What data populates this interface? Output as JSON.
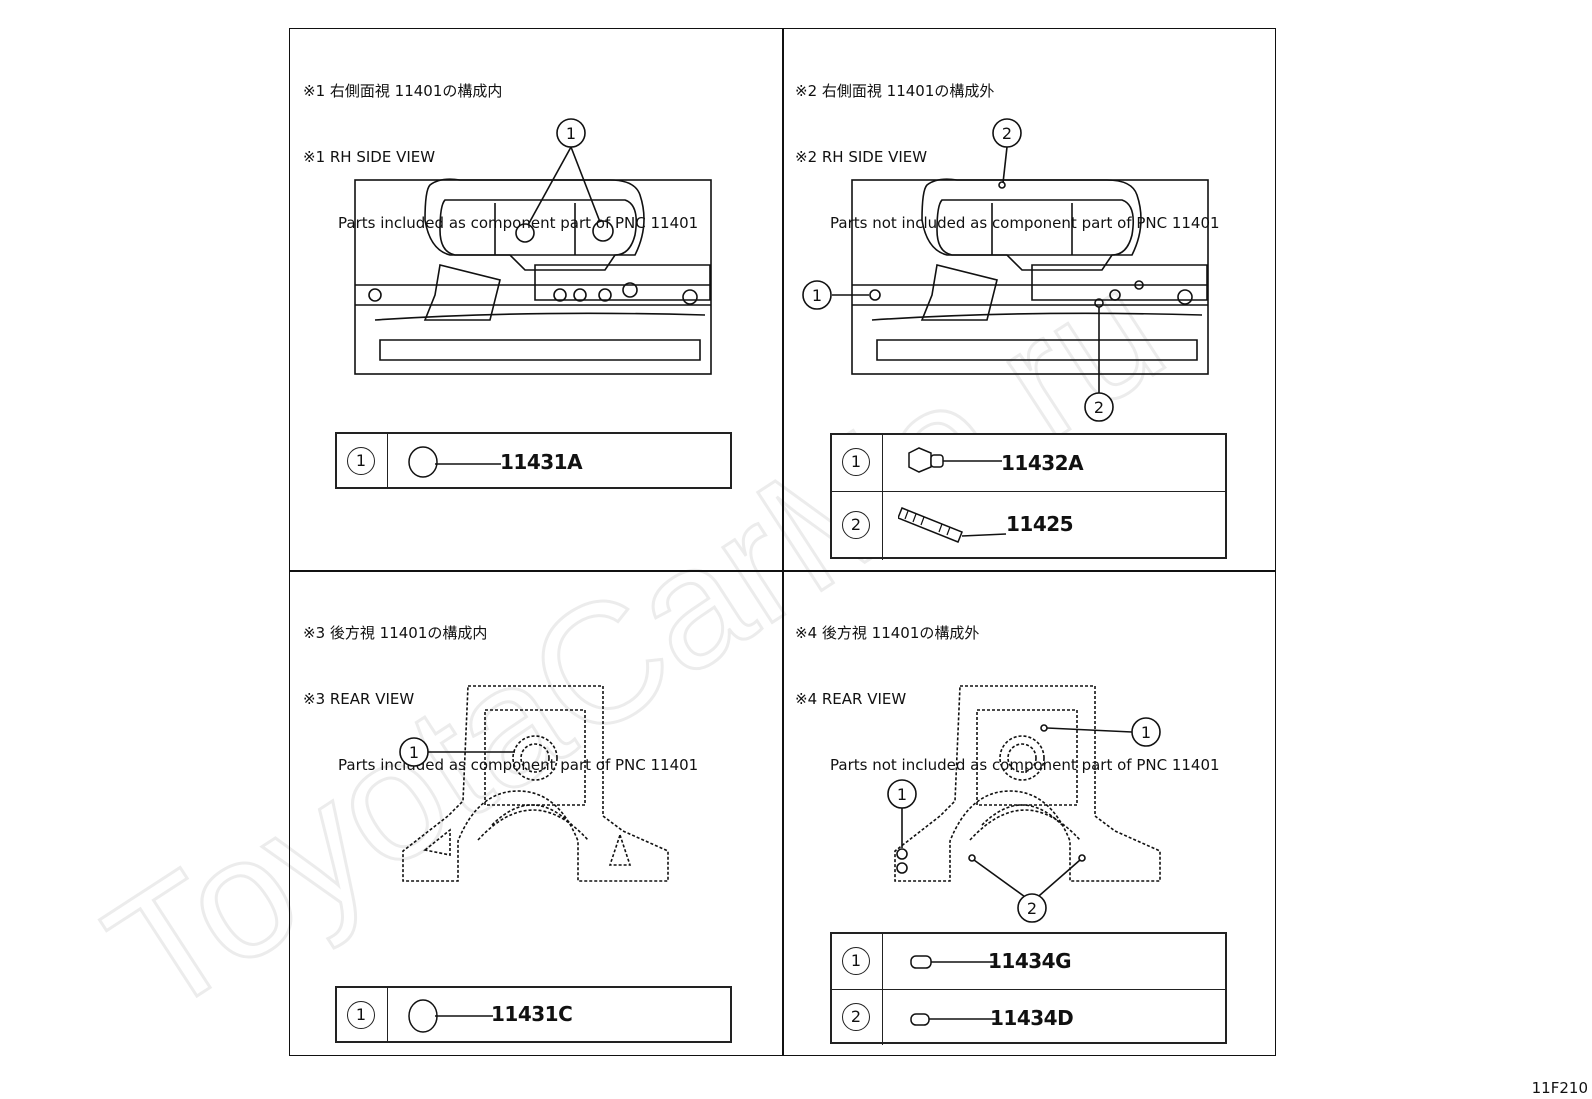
{
  "panels": {
    "q1": {
      "title_jp": "※1 右側面視 11401の構成内",
      "title_en": "※1 RH SIDE VIEW",
      "subtitle": "Parts included as component part of PNC 11401",
      "parts": [
        {
          "num": "1",
          "pnc": "11431A"
        }
      ]
    },
    "q2": {
      "title_jp": "※2 右側面視 11401の構成外",
      "title_en": "※2 RH SIDE VIEW",
      "subtitle": "Parts not included as component part of PNC 11401",
      "parts": [
        {
          "num": "1",
          "pnc": "11432A"
        },
        {
          "num": "2",
          "pnc": "11425"
        }
      ]
    },
    "q3": {
      "title_jp": "※3 後方視 11401の構成内",
      "title_en": "※3 REAR VIEW",
      "subtitle": "Parts included as component part of PNC 11401",
      "parts": [
        {
          "num": "1",
          "pnc": "11431C"
        }
      ]
    },
    "q4": {
      "title_jp": "※4 後方視 11401の構成外",
      "title_en": "※4 REAR VIEW",
      "subtitle": "Parts not included as component part of PNC 11401",
      "parts": [
        {
          "num": "1",
          "pnc": "11434G"
        },
        {
          "num": "2",
          "pnc": "11434D"
        }
      ]
    }
  },
  "callouts": {
    "one": "1",
    "two": "2"
  },
  "figure_code": "11F210",
  "watermark": "ToyotaCarMe.ru"
}
